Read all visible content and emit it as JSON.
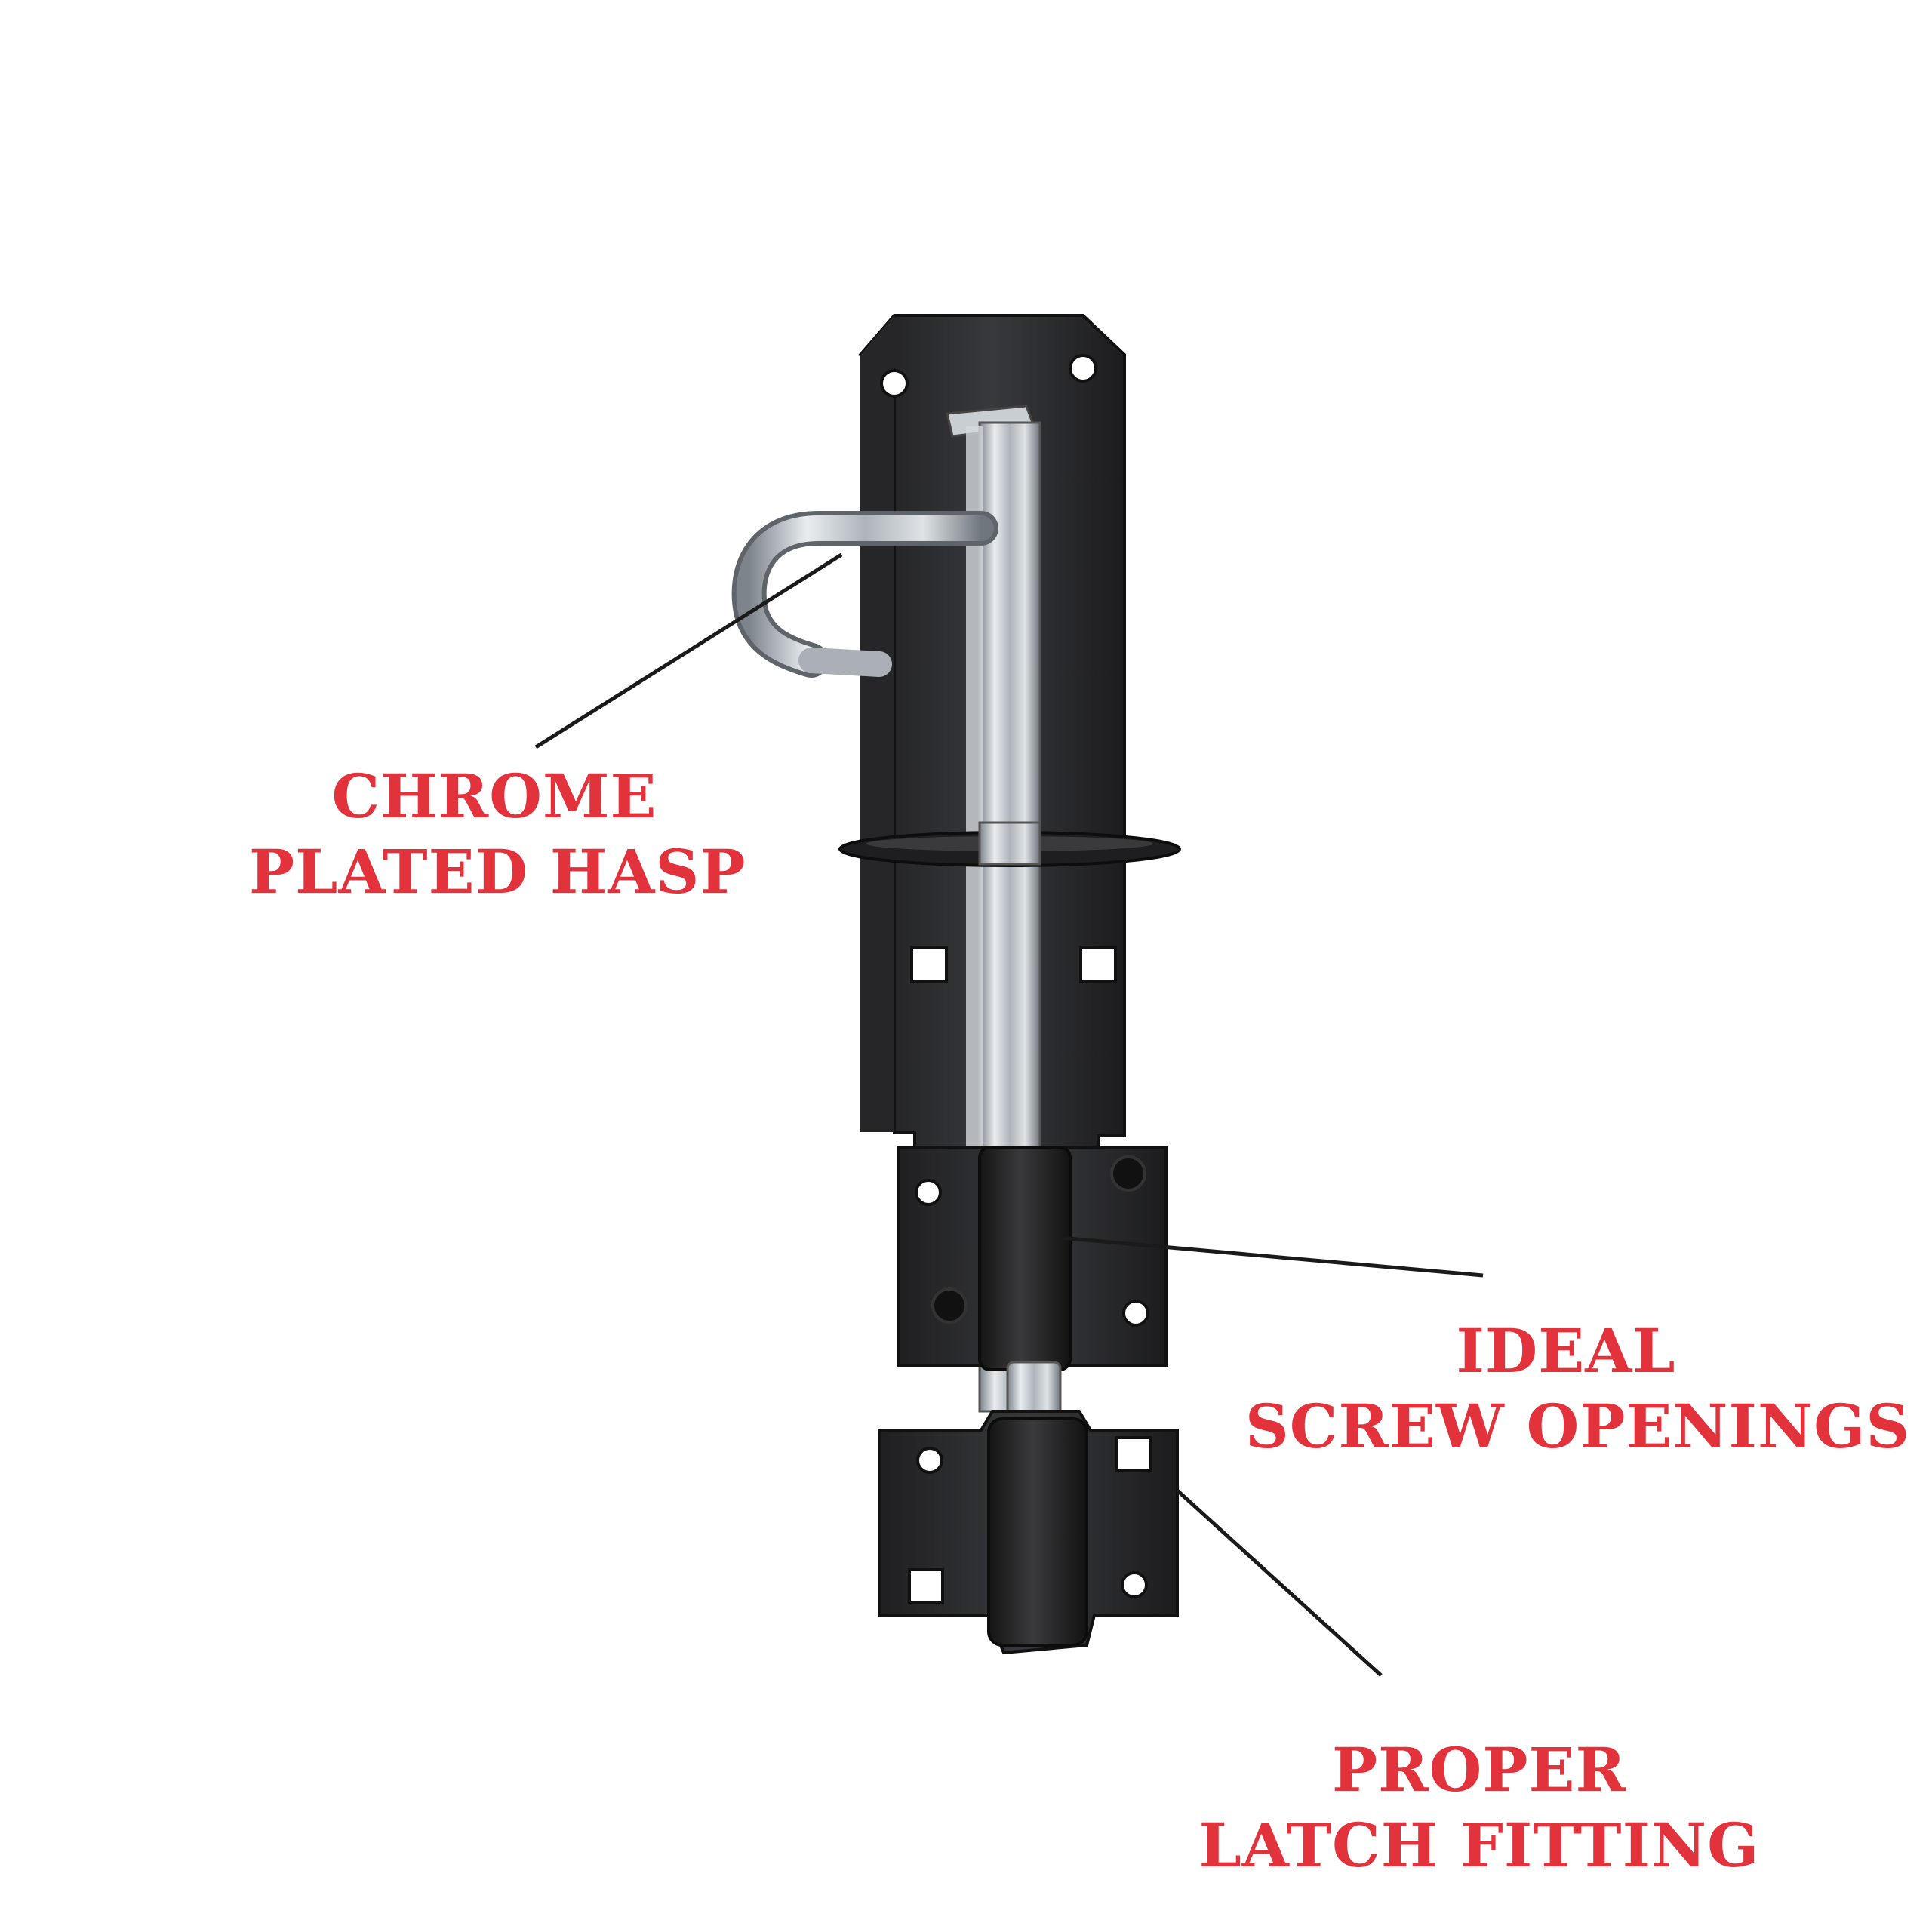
{
  "colors": {
    "label_red": "#e2323c",
    "plate_black": "#2a2a2c",
    "leader_line": "#1a1a1a",
    "chrome": "#c9ced3"
  },
  "labels": {
    "hasp": {
      "line1": "CHROME",
      "line2": "PLATED HASP"
    },
    "screw": {
      "line1": "IDEAL",
      "line2": "SCREW OPENINGS"
    },
    "latch": {
      "line1": "PROPER",
      "line2": "LATCH FITTING"
    }
  }
}
